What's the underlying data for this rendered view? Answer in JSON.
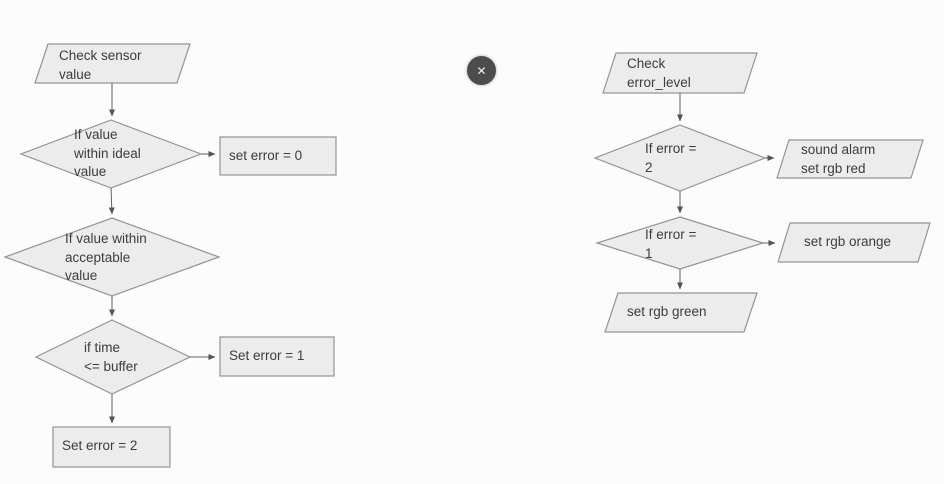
{
  "colors": {
    "background": "#fcfcfc",
    "shape_fill": "#ececec",
    "shape_stroke": "#949494",
    "connector": "#5f5f5f",
    "text": "#3c3c3c",
    "close_button_bg": "#4c4c4c",
    "close_button_glyph": "#eeeeee"
  },
  "close_button": {
    "glyph": "✕"
  },
  "left_flow": {
    "start": {
      "type": "parallelogram",
      "text": "Check sensor\nvalue"
    },
    "decision_ideal": {
      "type": "decision",
      "text": "If value\nwithin ideal\nvalue"
    },
    "set_error_0": {
      "type": "process",
      "text": "set error = 0"
    },
    "decision_acceptable": {
      "type": "decision",
      "text": "If value within\nacceptable\nvalue"
    },
    "decision_time": {
      "type": "decision",
      "text": "if time\n<= buffer"
    },
    "set_error_1": {
      "type": "process",
      "text": "Set error = 1"
    },
    "set_error_2": {
      "type": "process",
      "text": "Set error = 2"
    }
  },
  "right_flow": {
    "start": {
      "type": "parallelogram",
      "text": "Check\nerror_level"
    },
    "decision_error_2": {
      "type": "decision",
      "text": "If error =\n2"
    },
    "alarm_red": {
      "type": "parallelogram",
      "text": "sound alarm\nset rgb red"
    },
    "decision_error_1": {
      "type": "decision",
      "text": "If error =\n1"
    },
    "set_orange": {
      "type": "parallelogram",
      "text": "set rgb orange"
    },
    "set_green": {
      "type": "parallelogram",
      "text": "set rgb green"
    }
  }
}
